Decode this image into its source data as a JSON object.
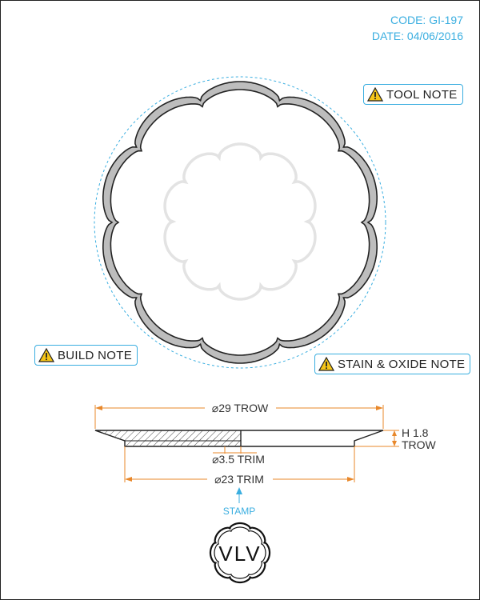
{
  "code": "CODE: GI-197",
  "date": "DATE: 04/06/2016",
  "notes": {
    "tool": "TOOL NOTE",
    "build": "BUILD NOTE",
    "stain": "STAIN & OXIDE NOTE"
  },
  "dimensions": {
    "outer": "⌀29 TROW",
    "height_line1": "H 1.8",
    "height_line2": "TROW",
    "inner_small": "⌀3.5 TRIM",
    "inner": "⌀23 TRIM"
  },
  "stamp_label": "STAMP",
  "logo_text": "VLV",
  "colors": {
    "accent": "#3aaee0",
    "dimension": "#e8872a",
    "outline": "#222222",
    "gray_fill": "#bdbdbd"
  }
}
